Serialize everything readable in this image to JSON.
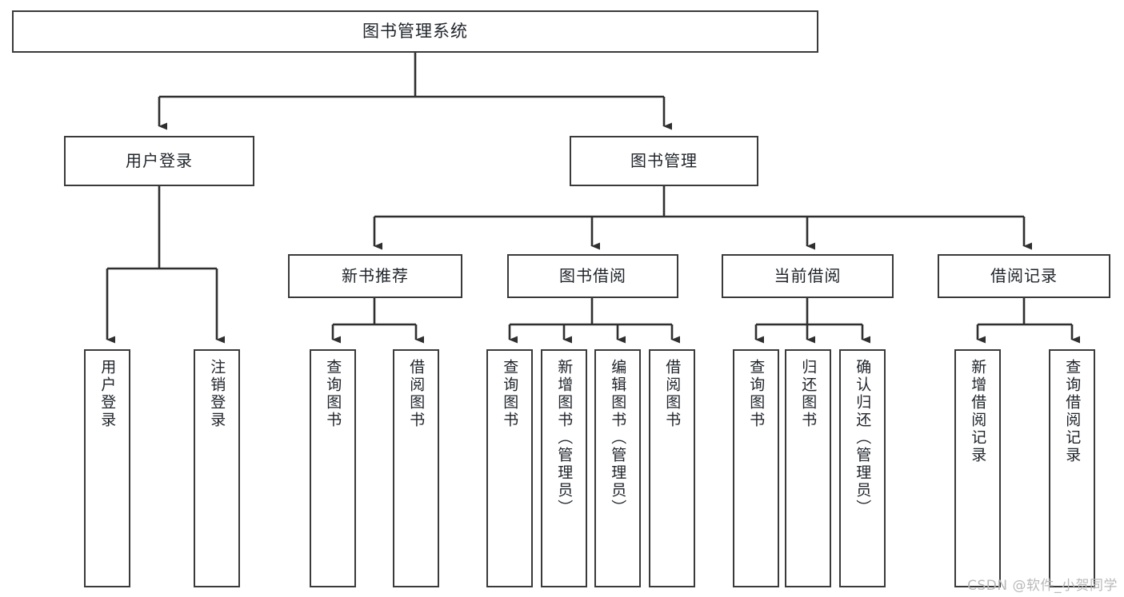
{
  "diagram": {
    "type": "tree",
    "title": "图书管理系统",
    "watermark": "CSDN @软件_小贺同学",
    "colors": {
      "box_border": "#3a3a3a",
      "box_fill": "#ffffff",
      "edge": "#2f2f2f",
      "text": "#20252b",
      "watermark": "#b9b9b9"
    },
    "nodes": {
      "root": {
        "label": "图书管理系统"
      },
      "level2": [
        {
          "label": "用户登录"
        },
        {
          "label": "图书管理"
        }
      ],
      "level3": [
        {
          "label": "新书推荐"
        },
        {
          "label": "图书借阅"
        },
        {
          "label": "当前借阅"
        },
        {
          "label": "借阅记录"
        }
      ],
      "leaves": {
        "user_login": [
          {
            "label": "用户登录"
          },
          {
            "label": "注销登录"
          }
        ],
        "new_book": [
          {
            "label": "查询图书"
          },
          {
            "label": "借阅图书"
          }
        ],
        "book_borrow": [
          {
            "label": "查询图书"
          },
          {
            "label": "新增图书（管理员）"
          },
          {
            "label": "编辑图书（管理员）"
          },
          {
            "label": "借阅图书"
          }
        ],
        "current_borrow": [
          {
            "label": "查询图书"
          },
          {
            "label": "归还图书"
          },
          {
            "label": "确认归还（管理员）"
          }
        ],
        "borrow_record": [
          {
            "label": "新增借阅记录"
          },
          {
            "label": "查询借阅记录"
          }
        ]
      }
    }
  }
}
